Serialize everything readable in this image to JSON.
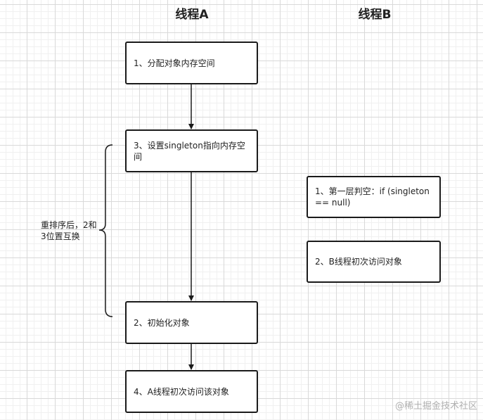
{
  "thread_a": {
    "title": "线程A",
    "step1": "1、分配对象内存空间",
    "step3": "3、设置singleton指向内存空间",
    "step2": "2、初始化对象",
    "step4": "4、A线程初次访问该对象"
  },
  "thread_b": {
    "title": "线程B",
    "step1": "1、第一层判空：if (singleton == null)",
    "step2": "2、B线程初次访问对象"
  },
  "reorder_note": "重排序后，2和3位置互换",
  "watermark": "@稀土掘金技术社区"
}
